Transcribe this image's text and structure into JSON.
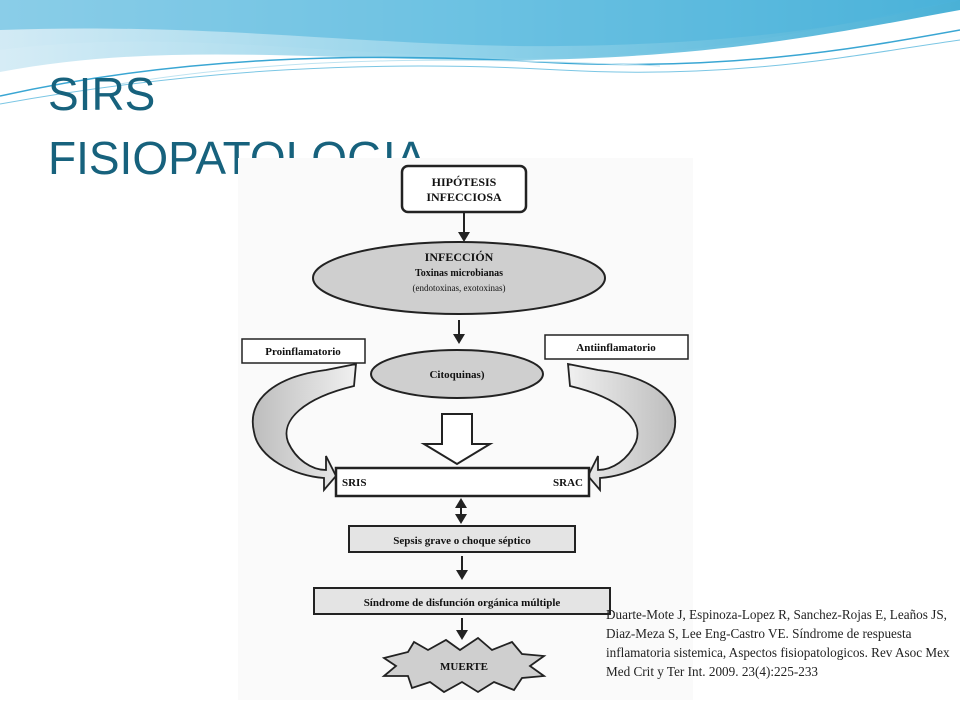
{
  "slide": {
    "title_line1": "SIRS",
    "title_line2": "FISIOPATOLOGIA"
  },
  "diagram": {
    "hypothesis_line1": "HIPÓTESIS",
    "hypothesis_line2": "INFECCIOSA",
    "infection_title": "INFECCIÓN",
    "infection_line2": "Toxinas microbianas",
    "infection_line3": "(endotoxinas, exotoxinas)",
    "proinflammatory": "Proinflamatorio",
    "antiinflammatory": "Antiinflamatorio",
    "cytokines": "Citoquinas)",
    "sris": "SRIS",
    "srac": "SRAC",
    "sepsis": "Sepsis grave o choque séptico",
    "mods": "Síndrome de disfunción orgánica múltiple",
    "death": "MUERTE"
  },
  "citation": {
    "text": "Duarte-Mote J, Espinoza-Lopez R, Sanchez-Rojas E, Leaños JS, Diaz-Meza S, Lee Eng-Castro VE. Síndrome de respuesta inflamatoria sistemica, Aspectos fisiopatologicos. Rev Asoc Mex Med Crit y Ter Int. 2009. 23(4):225-233"
  }
}
